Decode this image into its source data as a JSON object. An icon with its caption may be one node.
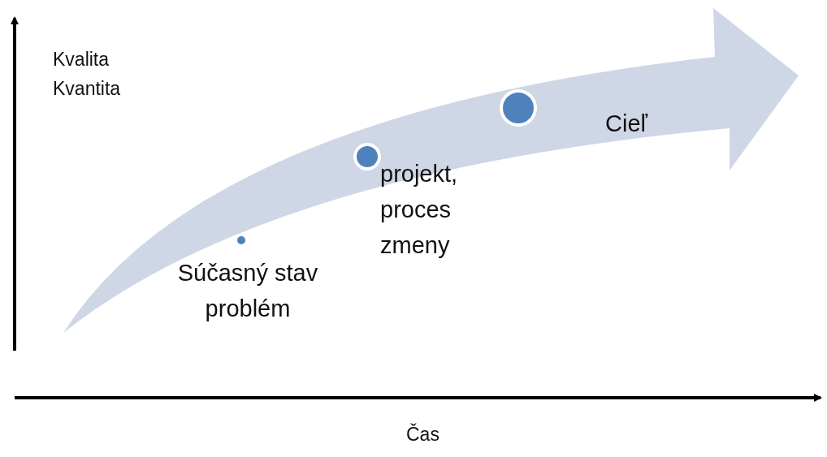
{
  "diagram": {
    "nodes": [
      {
        "text": [],
        "shape": "circle",
        "beside": [
          "Súčasný stav problém"
        ]
      },
      {
        "text": [],
        "shape": "circle",
        "beside": [
          "projekt, proces zmeny"
        ]
      },
      {
        "text": [],
        "shape": "circle",
        "beside": [
          "Cieľ"
        ]
      }
    ],
    "edges": [],
    "labels": [
      "Kvalita",
      "Kvantita",
      "Čas"
    ]
  }
}
